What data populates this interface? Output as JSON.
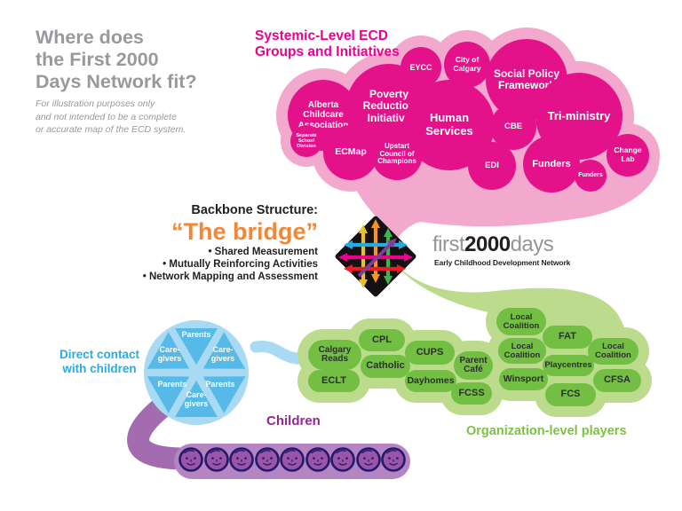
{
  "page": {
    "heading": [
      "Where does",
      "the First 2000",
      "Days Network fit?"
    ],
    "note": [
      "For illustration purposes only",
      "and not intended to be a complete",
      "or accurate map of the ECD system."
    ]
  },
  "systemic": {
    "heading": [
      "Systemic-Level ECD",
      "Groups and Initiatives"
    ],
    "circles": [
      "EYCC",
      "City of Calgary",
      "Social Policy Framework",
      "Alberta Childcare Association",
      "Poverty Reduction Initiative",
      "Human Services",
      "CBE",
      "Tri-ministry",
      "Separate School Division",
      "ECMap",
      "Upstart Council of Champions",
      "EDI",
      "Funders",
      "Funders",
      "Change Lab"
    ]
  },
  "backbone": {
    "heading": "Backbone Structure:",
    "bridge": "“The bridge”",
    "bullets": [
      "• Shared Measurement",
      "• Mutually Reinforcing Activities",
      "• Network Mapping and Assessment"
    ]
  },
  "logo": {
    "word_first": "first",
    "word_number": "2000",
    "word_days": "days",
    "tagline": "Early Childhood Development Network"
  },
  "direct_contact": {
    "heading": [
      "Direct contact",
      "with children"
    ],
    "wedges": {
      "top": "Parents",
      "upper_left": "Care-givers",
      "upper_right": "Care-givers",
      "lower_left": "Parents",
      "lower_right": "Parents",
      "bottom": "Care-givers"
    }
  },
  "organizations": {
    "heading": "Organization-level players",
    "pills": [
      "Calgary Reads",
      "CPL",
      "Catholic",
      "CUPS",
      "Dayhomes",
      "Parent Café",
      "ECLT",
      "FCSS",
      "Local Coalition",
      "FAT",
      "Local Coalition",
      "Local Coalition",
      "Playcentres",
      "Winsport",
      "CFSA",
      "FCS"
    ]
  },
  "children": {
    "heading": "Children",
    "count": 9
  },
  "colors": {
    "magenta_circle": "#e3128a",
    "pink_cloud": "#f3a8cd",
    "pink_heading": "#ec008c",
    "orange_bridge": "#f58634",
    "green_pill": "#72bf44",
    "green_cloud": "#bddb8d",
    "green_heading": "#7cc242",
    "blue_heading": "#29abe2",
    "blue_circle": "#a9daf3",
    "blue_wedge": "#57b9e8",
    "purple_heading": "#92278f",
    "purple_swoosh": "#a46cb0",
    "purple_bar": "#b585c3",
    "title_gray": "#97999c"
  }
}
